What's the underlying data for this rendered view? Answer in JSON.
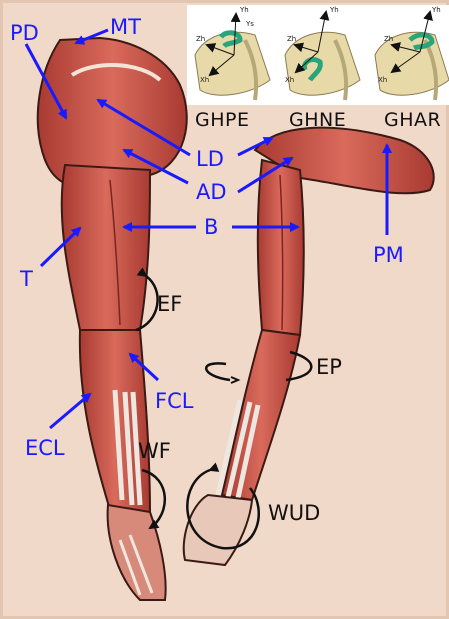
{
  "labels": {
    "pd": "PD",
    "mt": "MT",
    "ld": "LD",
    "ad": "AD",
    "b": "B",
    "t": "T",
    "pm": "PM",
    "ef": "EF",
    "fcl": "FCL",
    "ep": "EP",
    "ecl": "ECL",
    "wf": "WF",
    "wud": "WUD"
  },
  "joint_views": [
    {
      "label": "GHPE",
      "axes": [
        "Yh",
        "Zh",
        "Xh",
        "Ys"
      ]
    },
    {
      "label": "GHNE",
      "axes": [
        "Yh",
        "Zh",
        "Xh"
      ]
    },
    {
      "label": "GHAR",
      "axes": [
        "Yh",
        "Zh",
        "Xh"
      ]
    }
  ],
  "colors": {
    "label_blue": "#1a1aff",
    "paper": "#f1d9c9",
    "muscle": "#c9574a",
    "tendon": "#eee7df"
  }
}
